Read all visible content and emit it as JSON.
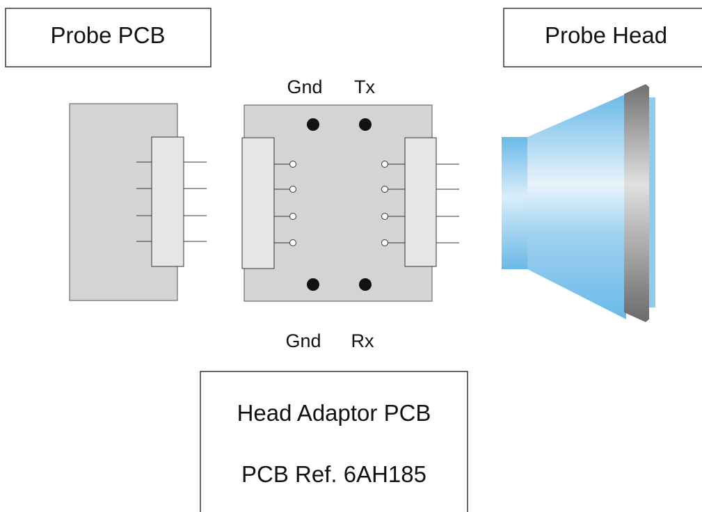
{
  "labels": {
    "probe_pcb": "Probe PCB",
    "probe_head": "Probe Head",
    "gnd_top": "Gnd",
    "tx": "Tx",
    "gnd_bottom": "Gnd",
    "rx": "Rx",
    "head_adaptor_line1": "Head Adaptor PCB",
    "head_adaptor_line2": "PCB Ref. 6AH185"
  },
  "colors": {
    "board_fill": "#d4d4d4",
    "connector_fill": "#e6e6e6",
    "outline": "#333333",
    "pad": "#111111",
    "head_blue": "#7ec4ec",
    "head_rim": "#8f8f8f"
  },
  "icons": {
    "signal_pad": "filled-circle",
    "pin_contact": "open-circle"
  }
}
